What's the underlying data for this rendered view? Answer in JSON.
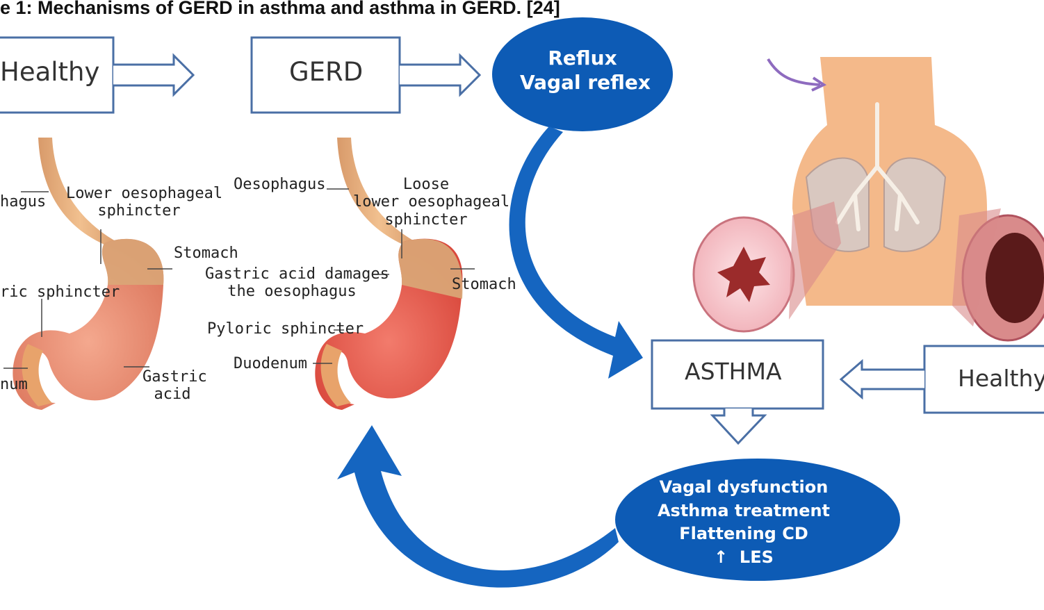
{
  "figure": {
    "title": "e 1: Mechanisms of GERD in asthma and asthma in GERD. [24]"
  },
  "flow": {
    "healthy_left": "Healthy",
    "gerd": "GERD",
    "asthma": "ASTHMA",
    "healthy_right": "Healthy"
  },
  "ovals": {
    "top": [
      "Reflux",
      "Vagal reflex"
    ],
    "bottom": [
      "Vagal dysfunction",
      "Asthma treatment",
      "Flattening CD",
      "LES"
    ],
    "bottom_arrow_symbol": "↑"
  },
  "stomach_healthy_labels": {
    "oesophagus": "hagus",
    "les_line1": "Lower oesophageal",
    "les_line2": "sphincter",
    "stomach": "Stomach",
    "pyloric": "ric sphincter",
    "duodenum": "num",
    "gastric_line1": "Gastric",
    "gastric_line2": "acid"
  },
  "stomach_gerd_labels": {
    "oesophagus": "Oesophagus",
    "loose_line1": "Loose",
    "loose_line2": "lower oesophageal",
    "loose_line3": "sphincter",
    "damage_line1": "Gastric acid damages",
    "damage_line2": "the oesophagus",
    "stomach": "Stomach",
    "pyloric": "Pyloric sphincter",
    "duodenum": "Duodenum"
  },
  "colors": {
    "arrow_blue": "#1565c0",
    "oval_blue": "#0d5bb5",
    "box_border": "#4a6fa5",
    "stomach_healthy": "#e9967a",
    "stomach_gerd": "#e8574a",
    "skin": "#f4b98a"
  }
}
